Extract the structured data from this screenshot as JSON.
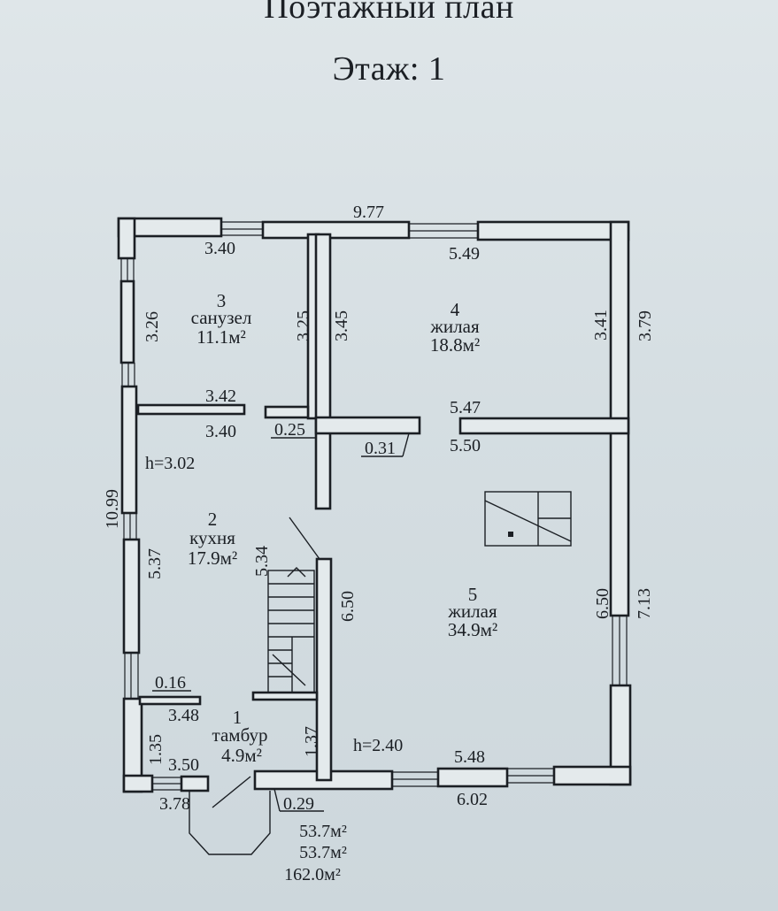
{
  "header": {
    "title": "Поэтажный план",
    "floor": "Этаж: 1"
  },
  "rooms": [
    {
      "number": "1",
      "name": "тамбур",
      "area": "4.9м²"
    },
    {
      "number": "2",
      "name": "кухня",
      "area": "17.9м²"
    },
    {
      "number": "3",
      "name": "санузел",
      "area": "11.1м²"
    },
    {
      "number": "4",
      "name": "жилая",
      "area": "18.8м²"
    },
    {
      "number": "5",
      "name": "жилая",
      "area": "34.9м²"
    }
  ],
  "dimensions": {
    "top_overall": "9.77",
    "bath_top": "3.40",
    "room4_top": "5.49",
    "left_upper": "3.26",
    "bath_right": "3.25",
    "room4_left": "3.45",
    "room4_right": "3.41",
    "right_upper": "3.79",
    "partition_upper": "3.42",
    "partition_lower": "3.40",
    "wall_thick_1": "0.25",
    "wall_thick_2": "0.31",
    "room5_top_a": "5.47",
    "room5_top_b": "5.50",
    "left_overall": "10.99",
    "kitchen_left": "5.37",
    "kitchen_right": "5.34",
    "hall_wall": "6.50",
    "room5_right": "6.50",
    "right_lower": "7.13",
    "vest_top_wall": "0.16",
    "vest_top": "3.48",
    "vest_left": "1.35",
    "vest_right": "1.37",
    "vest_bottom": "3.50",
    "vest_outer": "3.78",
    "porch_wall": "0.29",
    "room5_bottom": "5.48",
    "bottom_overall": "6.02"
  },
  "heights": {
    "kitchen": "h=3.02",
    "room5": "h=2.40"
  },
  "totals": [
    "53.7м²",
    "53.7м²",
    "162.0м²"
  ]
}
